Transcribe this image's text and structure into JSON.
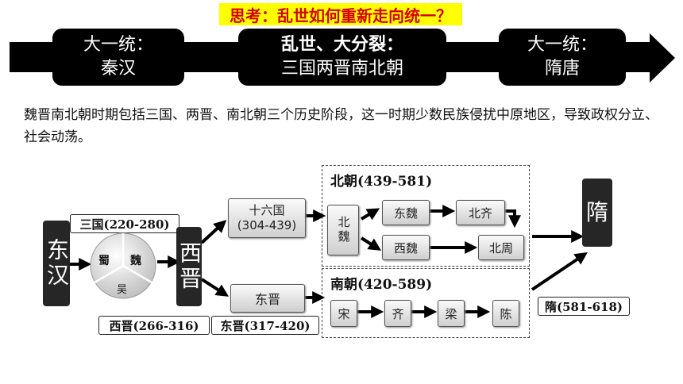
{
  "banner": {
    "question": "思考：乱世如何重新走向统一？",
    "left_box": {
      "line1": "大一统：",
      "line2": "秦汉"
    },
    "middle_box": {
      "line1": "乱世、大分裂：",
      "line2": "三国两晋南北朝"
    },
    "right_box": {
      "line1": "大一统：",
      "line2": "隋唐"
    }
  },
  "paragraph": "魏晋南北朝时期包括三国、两晋、南北朝三个历史阶段，这一时期少数民族侵扰中原地区，导致政权分立、社会动荡。",
  "diagram": {
    "donghan": "东汉",
    "sanguo_label": "三国(220-280)",
    "shu": "蜀",
    "wei": "魏",
    "wu": "吴",
    "xijin": "西晋",
    "xijin_label": "西晋(266-316)",
    "shiliuguo_name": "十六国",
    "shiliuguo_years": "(304-439)",
    "dongjin": "东晋",
    "dongjin_label": "东晋(317-420)",
    "beichao_title": "北朝(439-581)",
    "beiwei": "北魏",
    "dongwei": "东魏",
    "beiqi": "北齐",
    "xiwei": "西魏",
    "beizhou": "北周",
    "nanchao_title": "南朝(420-589)",
    "song": "宋",
    "qi": "齐",
    "liang": "梁",
    "chen": "陈",
    "sui": "隋",
    "sui_label": "隋(581-618)"
  }
}
